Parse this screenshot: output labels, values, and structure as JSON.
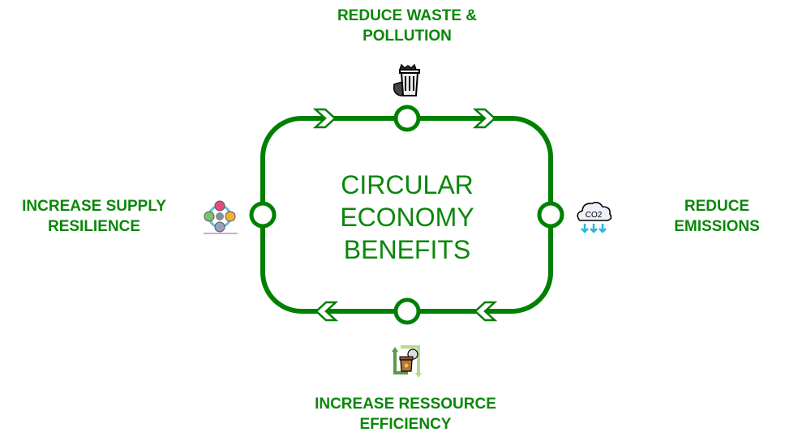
{
  "title": [
    "CIRCULAR",
    "ECONOMY",
    "BENEFITS"
  ],
  "benefits": {
    "top": {
      "line1": "REDUCE WASTE &",
      "line2": "POLLUTION",
      "icon": "trash-bin-icon"
    },
    "right": {
      "line1": "REDUCE",
      "line2": "EMISSIONS",
      "icon": "co2-cloud-icon",
      "icon_text": "CO2"
    },
    "bottom": {
      "line1": "INCREASE RESSOURCE",
      "line2": "EFFICIENCY",
      "icon": "recycle-bin-icon"
    },
    "left": {
      "line1": "INCREASE SUPPLY",
      "line2": "RESILIENCE",
      "icon": "supply-cycle-icon"
    }
  },
  "colors": {
    "accent": "#008000",
    "text": "#0a870a"
  }
}
